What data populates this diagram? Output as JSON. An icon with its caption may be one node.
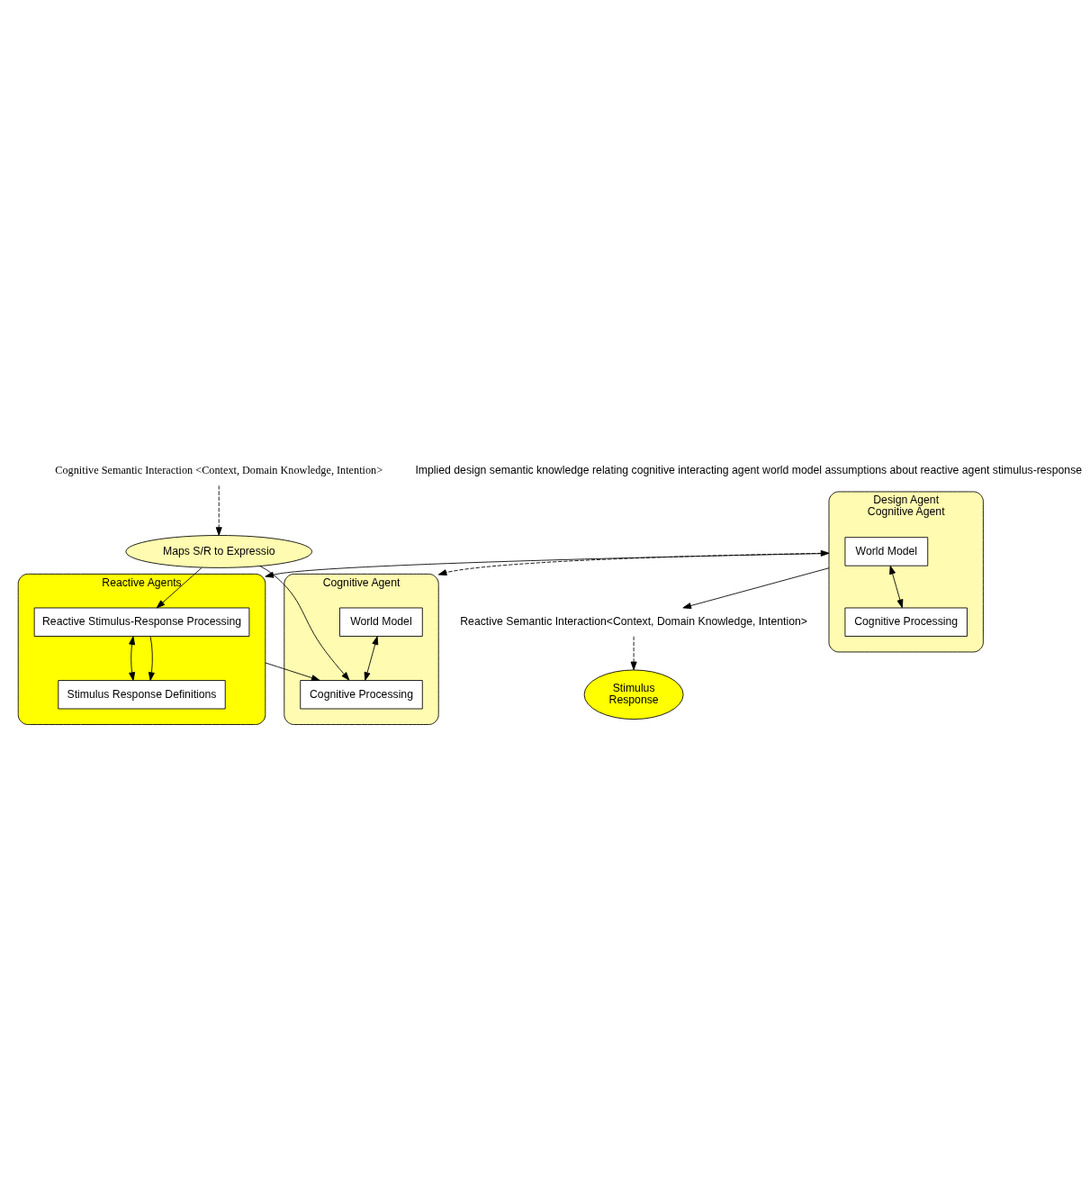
{
  "diagram": {
    "nodes": [
      {
        "text": [
          "Design Agent",
          "Cognitive Agent"
        ]
      },
      {
        "text": [
          "World Model"
        ],
        "in": 0
      },
      {
        "text": [
          "Cognitive Processing"
        ],
        "in": 0
      },
      {
        "text": [
          "Reactive Semantic Interaction<Context, Domain Knowledge, Intention>"
        ]
      },
      {
        "text": [
          "Cognitive Agent"
        ]
      },
      {
        "text": [
          "World Model"
        ],
        "in": 4
      },
      {
        "text": [
          "Cognitive Processing"
        ],
        "in": 4
      },
      {
        "text": [
          "Maps S/R to Expressio"
        ]
      },
      {
        "text": [
          "Stimulus",
          "Response"
        ]
      },
      {
        "text": [
          "Reactive Agents"
        ]
      },
      {
        "text": [
          "Reactive Stimulus-Response Processing"
        ],
        "in": 9
      },
      {
        "text": [
          "Stimulus Response Definitions"
        ],
        "in": 9
      },
      {
        "text": [
          "Cognitive Semantic Interaction <Context, Domain Knowledge, Intention>"
        ]
      }
    ],
    "edges": [
      {
        "from": 1,
        "to": 2,
        "arrow": "both"
      },
      {
        "from": 0,
        "to": 4,
        "arrow": "both",
        "style": "dashed"
      },
      {
        "from": 0,
        "to": 3,
        "arrow": "to"
      },
      {
        "from": 0,
        "to": 9,
        "arrow": "to"
      },
      {
        "from": 3,
        "to": 8,
        "arrow": "to",
        "style": "dashed"
      },
      {
        "from": 5,
        "to": 6,
        "arrow": "both"
      },
      {
        "from": 7,
        "to": 10,
        "arrow": "to"
      },
      {
        "from": 9,
        "to": 6,
        "arrow": "to"
      },
      {
        "from": 7,
        "to": 6,
        "arrow": "to"
      },
      {
        "from": 10,
        "to": 11,
        "arrow": "both"
      },
      {
        "from": 10,
        "to": 11,
        "arrow": "to"
      },
      {
        "from": 12,
        "to": 7,
        "arrow": "to",
        "style": "dashed"
      }
    ],
    "labels": [
      "Implied design semantic knowledge relating cognitive interacting agent world model assumptions about reactive agent stimulus-response"
    ]
  }
}
